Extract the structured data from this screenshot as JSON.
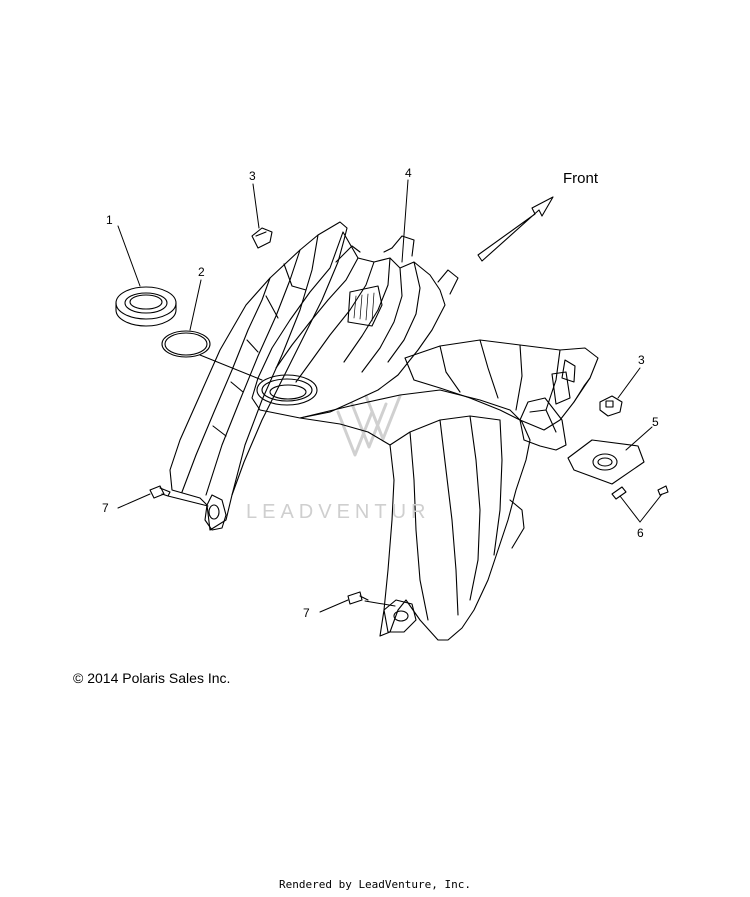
{
  "direction_label": "Front",
  "callouts": {
    "c1": "1",
    "c2": "2",
    "c3a": "3",
    "c3b": "3",
    "c4": "4",
    "c5": "5",
    "c6": "6",
    "c7a": "7",
    "c7b": "7"
  },
  "watermark": "LEADVENTUR",
  "copyright": "© 2014 Polaris Sales Inc.",
  "footer": "Rendered by LeadVenture, Inc."
}
